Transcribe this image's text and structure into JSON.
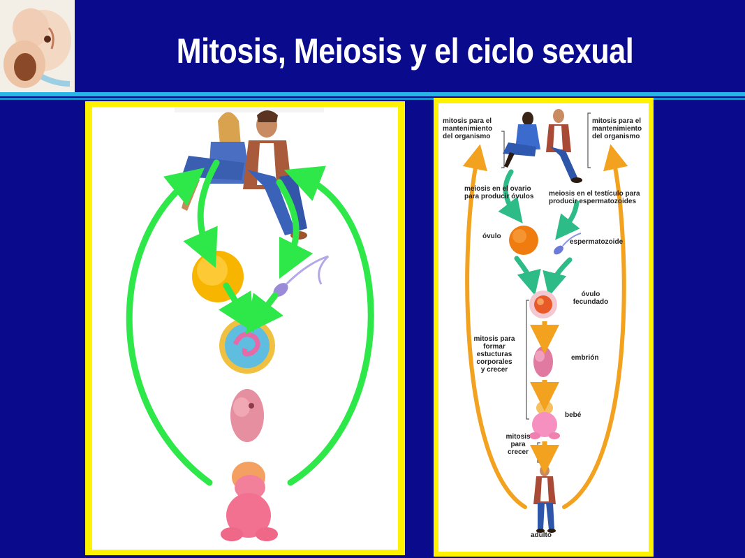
{
  "slide": {
    "title": "Mitosis, Meiosis y el ciclo sexual"
  },
  "colors": {
    "background": "#0a0a8c",
    "panel_border": "#fff200",
    "green_arrow": "#2ee84a",
    "orange_arrow": "#f2a21e",
    "teal_arrow": "#2dbb88",
    "ovum": "#f5a623",
    "baby": "#f58fb8"
  },
  "right_diagram": {
    "mitosis_left": "mitosis para el\nmantenimiento\ndel organismo",
    "mitosis_right": "mitosis para el\nmantenimiento\ndel organismo",
    "meiosis_ovary": "meiosis en el ovario\npara producir óvulos",
    "meiosis_testis": "meiosis en el testículo para\nproducir espermatozoides",
    "ovum": "óvulo",
    "sperm": "espermatozoide",
    "fertilized_ovum": "óvulo\nfecundado",
    "mitosis_structures": "mitosis para\nformar\nestucturas\ncorporales\ny crecer",
    "embryo": "embrión",
    "baby": "bebé",
    "mitosis_grow": "mitosis\npara\ncrecer",
    "adult": "adulto"
  }
}
